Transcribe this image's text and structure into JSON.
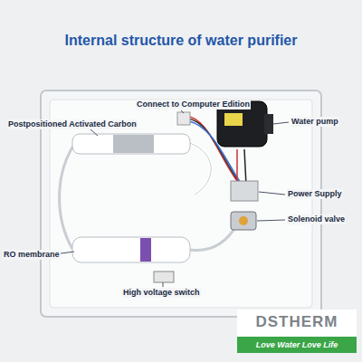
{
  "diagram": {
    "title": "Internal structure of water purifier",
    "labels": [
      "Connect to Computer Edition",
      "Postpositioned Activated Carbon",
      "Water pump",
      "Power Supply",
      "Solenoid valve",
      "RO membrane",
      "High voltage switch",
      "DSTHERM",
      "Love Water Love Life"
    ]
  }
}
